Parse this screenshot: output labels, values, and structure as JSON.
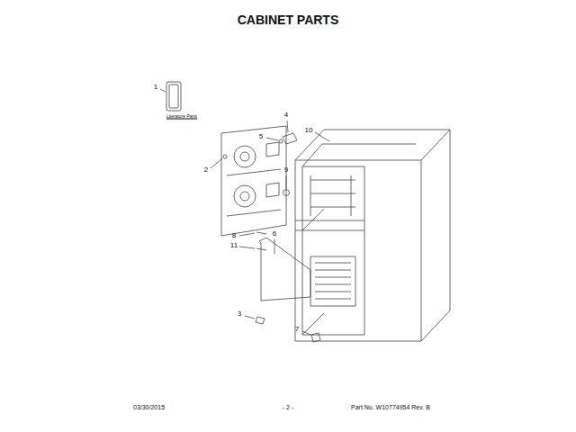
{
  "diagram": {
    "title": "CABINET PARTS",
    "labels": [
      "1",
      "Literature Parts",
      "4",
      "10",
      "5",
      "2",
      "9",
      "8",
      "11",
      "6",
      "3",
      "7",
      "03/30/2015",
      "- 2 -",
      "Part No. W10774954 Rev. B"
    ]
  }
}
